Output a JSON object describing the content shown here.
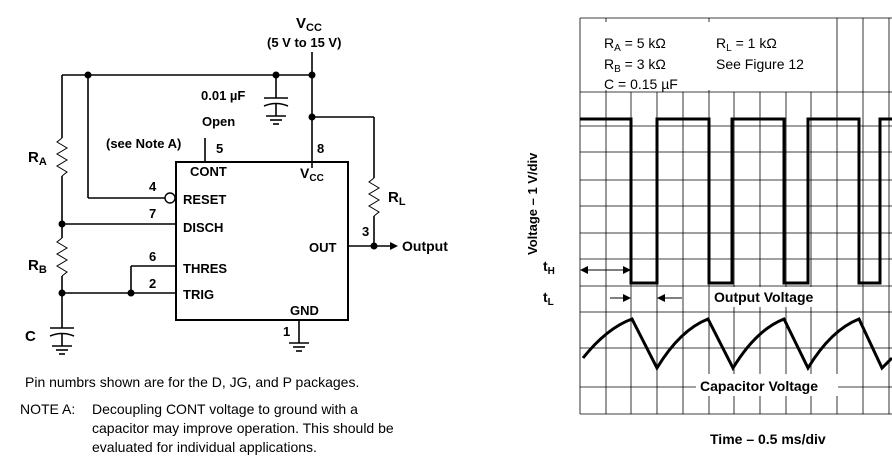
{
  "schematic": {
    "vcc_label": "V",
    "vcc_sub": "CC",
    "vcc_range": "(5 V to 15 V)",
    "cap_value": "0.01 µF",
    "open_label": "Open",
    "note_ref": "(see Note A)",
    "ra_label": "R",
    "ra_sub": "A",
    "rb_label": "R",
    "rb_sub": "B",
    "c_label": "C",
    "rl_label": "R",
    "rl_sub": "L",
    "output_label": "Output",
    "pins": {
      "p5": "5",
      "p8": "8",
      "p4": "4",
      "p7": "7",
      "p6": "6",
      "p2": "2",
      "p3": "3",
      "p1": "1"
    },
    "chip": {
      "cont": "CONT",
      "vcc": "V",
      "vcc_sub": "CC",
      "reset": "RESET",
      "disch": "DISCH",
      "thres": "THRES",
      "trig": "TRIG",
      "out": "OUT",
      "gnd": "GND"
    }
  },
  "notes": {
    "pin_note": "Pin numbrs shown are for the D, JG, and P packages.",
    "note_a_prefix": "NOTE A:",
    "note_a_line1": "Decoupling  CONT  voltage  to  ground  with  a",
    "note_a_line2": "capacitor may improve operation. This should be",
    "note_a_line3": "evaluated for individual applications."
  },
  "scope": {
    "ra_line": "R",
    "ra_sub": "A",
    "ra_value": " = 5 kΩ",
    "rb_line": "R",
    "rb_sub": "B",
    "rb_value": " = 3 kΩ",
    "c_line": "C = 0.15 µF",
    "rl_line": "R",
    "rl_sub": "L",
    "rl_value": " = 1 kΩ",
    "see_fig": "See Figure 12",
    "y_axis": "Voltage – 1 V/div",
    "x_axis": "Time – 0.5 ms/div",
    "th_label": "t",
    "th_sub": "H",
    "tl_label": "t",
    "tl_sub": "L",
    "output_voltage": "Output Voltage",
    "capacitor_voltage": "Capacitor Voltage"
  }
}
